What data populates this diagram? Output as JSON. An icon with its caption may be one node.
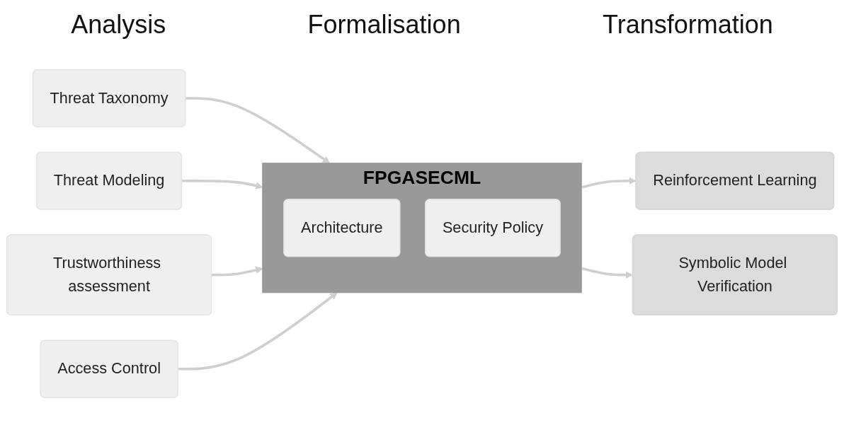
{
  "diagram": {
    "nodes": [
      {
        "text": [
          "Threat Taxonomy"
        ]
      },
      {
        "text": [
          "Threat Modeling"
        ]
      },
      {
        "text": [
          "Trustworthiness assessment"
        ]
      },
      {
        "text": [
          "Access Control"
        ]
      },
      {
        "text": [
          "FPGASECML"
        ]
      },
      {
        "text": [
          "Architecture"
        ],
        "in": 4
      },
      {
        "text": [
          "Security Policy"
        ],
        "in": 4
      },
      {
        "text": [
          "Reinforcement Learning"
        ]
      },
      {
        "text": [
          "Symbolic Model Verification"
        ]
      }
    ],
    "edges": [
      {
        "from": 0,
        "to": 4,
        "arrow": "to"
      },
      {
        "from": 1,
        "to": 4,
        "arrow": "to"
      },
      {
        "from": 2,
        "to": 4,
        "arrow": "to"
      },
      {
        "from": 3,
        "to": 4,
        "arrow": "to"
      },
      {
        "from": 4,
        "to": 7,
        "arrow": "to"
      },
      {
        "from": 4,
        "to": 8,
        "arrow": "to"
      }
    ],
    "labels": [
      "Analysis",
      "Formalisation",
      "Transformation"
    ]
  }
}
